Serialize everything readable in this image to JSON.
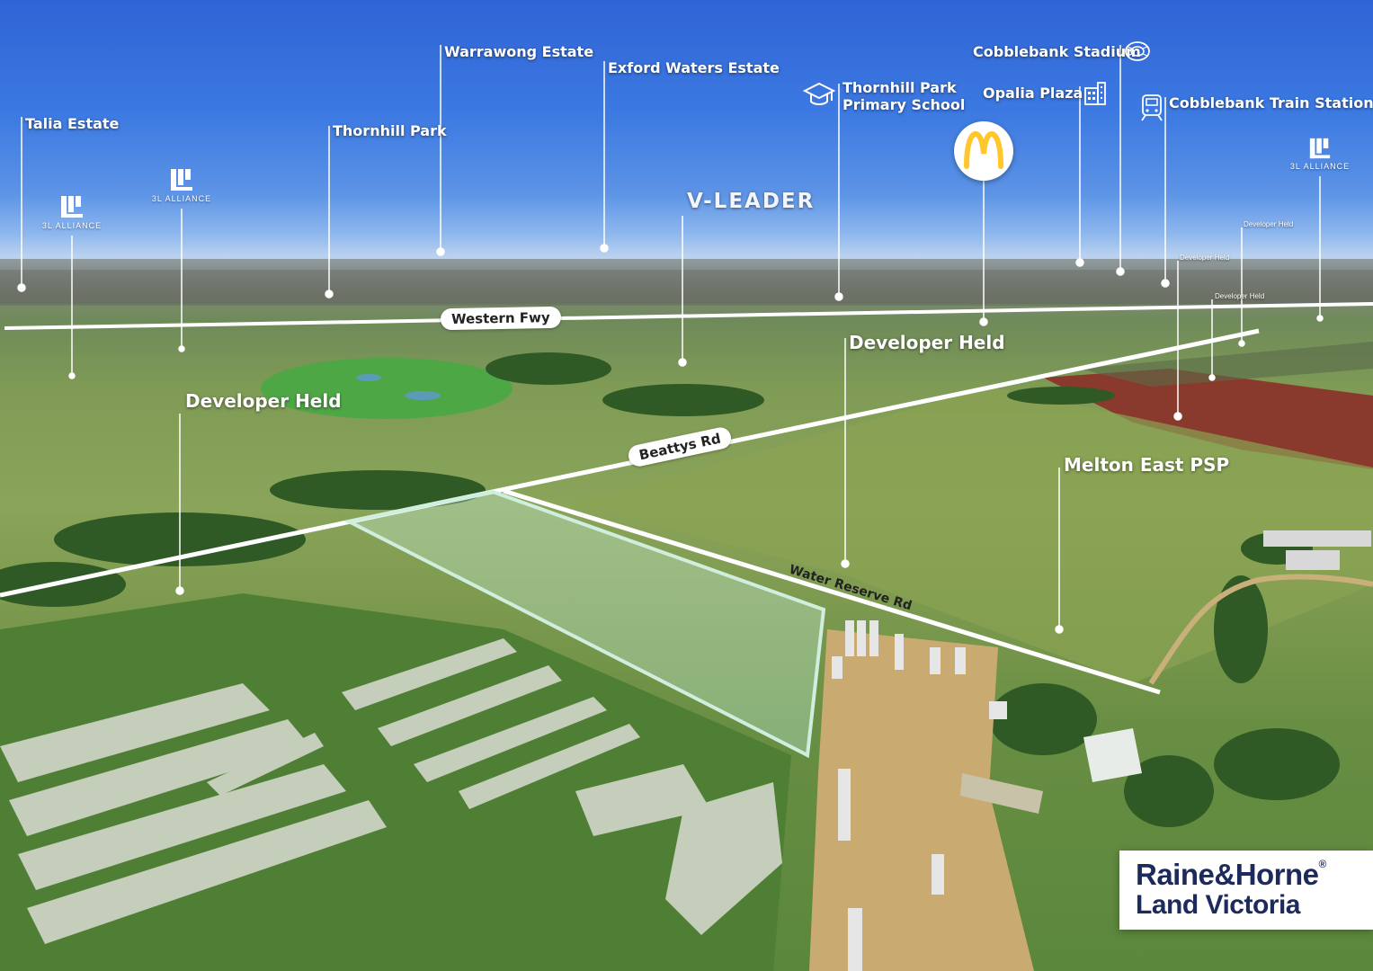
{
  "labels": {
    "talia_estate": "Talia Estate",
    "warrawong_estate": "Warrawong Estate",
    "exford_waters_estate": "Exford Waters Estate",
    "thornhill_park": "Thornhill Park",
    "thornhill_park_primary_line1": "Thornhill Park",
    "thornhill_park_primary_line2": "Primary School",
    "opalia_plaza": "Opalia Plaza",
    "cobblebank_stadium": "Cobblebank Stadium",
    "cobblebank_train_station": "Cobblebank Train Station",
    "v_leader": "V-LEADER",
    "developer_held_left": "Developer Held",
    "developer_held_center": "Developer Held",
    "developer_held_small_1": "Developer Held",
    "developer_held_small_2": "Developer Held",
    "developer_held_small_3": "Developer Held",
    "melton_east_psp": "Melton East PSP"
  },
  "roads": {
    "western_fwy": "Western Fwy",
    "beattys_rd": "Beattys Rd",
    "water_reserve_rd": "Water Reserve Rd"
  },
  "alliance": {
    "name_1": "3L ALLIANCE",
    "name_2": "3L ALLIANCE",
    "name_3": "3L ALLIANCE"
  },
  "brand": {
    "line1": "Raine&Horne",
    "line1_mark": "®",
    "line2": "Land Victoria",
    "color": "#1d2a5c"
  },
  "icons": [
    "graduation-cap-icon",
    "mall-building-icon",
    "stadium-icon",
    "train-icon",
    "mcdonalds-logo"
  ],
  "colors": {
    "sky": "#3d7ae2",
    "lot_outline": "#cfeedd",
    "lot_fill": "rgba(200,240,220,0.35)",
    "mcdonalds_yellow": "#ffc72c"
  }
}
